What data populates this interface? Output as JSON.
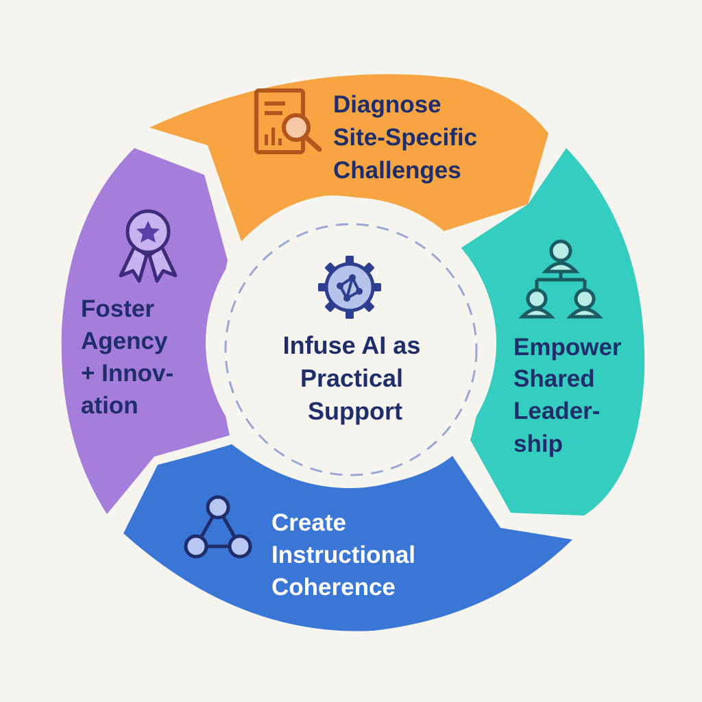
{
  "colors": {
    "background": "#f6f4ef",
    "text_dark": "#1f2d6b",
    "text_light": "#ffffff",
    "diagnose": "#f6a542",
    "empower": "#35cdc0",
    "create": "#3a76d6",
    "foster": "#a57ddb",
    "center_fill": "#f6f4ef",
    "center_dash": "#9aa6d4"
  },
  "center": {
    "icon": "gear-network-icon",
    "lines": [
      "Infuse AI as",
      "Practical",
      "Support"
    ]
  },
  "segments": {
    "diagnose": {
      "icon": "document-magnifier-icon",
      "lines": [
        "Diagnose",
        "Site-Specific",
        "Challenges"
      ]
    },
    "empower": {
      "icon": "org-chart-people-icon",
      "lines": [
        "Empower",
        "Shared",
        "Leader-",
        "ship"
      ]
    },
    "create": {
      "icon": "triangle-nodes-icon",
      "lines": [
        "Create",
        "Instructional",
        "Coherence"
      ]
    },
    "foster": {
      "icon": "award-ribbon-icon",
      "lines": [
        "Foster",
        "Agency",
        "+ Innov-",
        "ation"
      ]
    }
  }
}
